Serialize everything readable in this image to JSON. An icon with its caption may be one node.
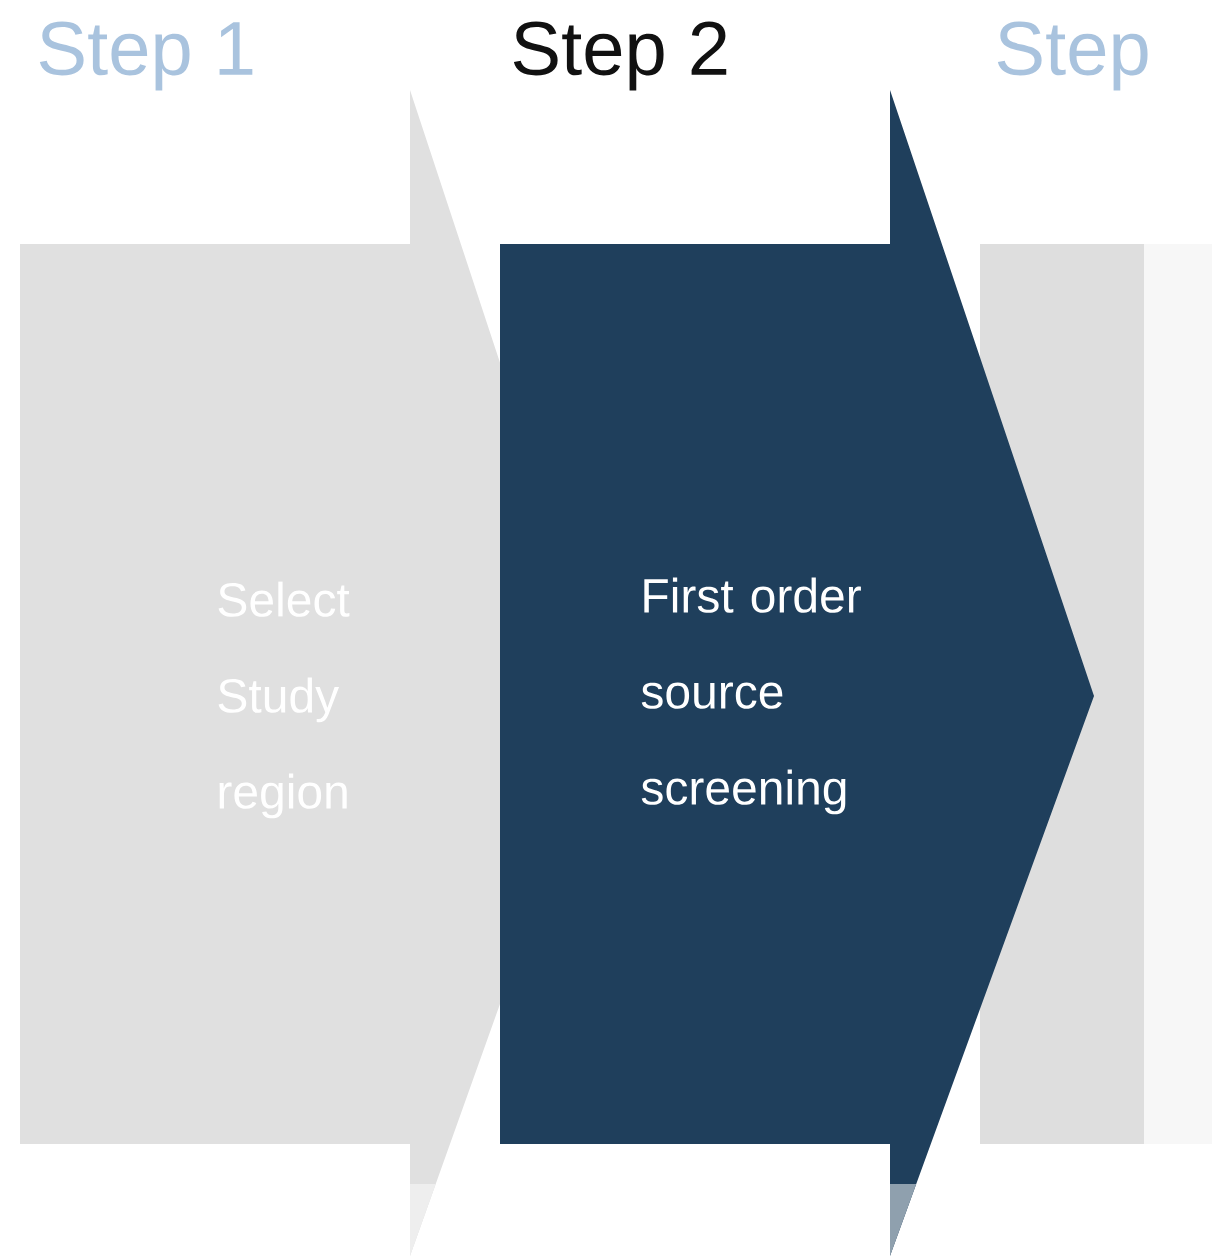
{
  "diagram": {
    "nodes": [
      {
        "text": [
          "Step 1",
          "Select Study region"
        ]
      },
      {
        "text": [
          "Step 2",
          "First order source screening"
        ]
      },
      {
        "text": [
          "Step"
        ]
      }
    ]
  }
}
